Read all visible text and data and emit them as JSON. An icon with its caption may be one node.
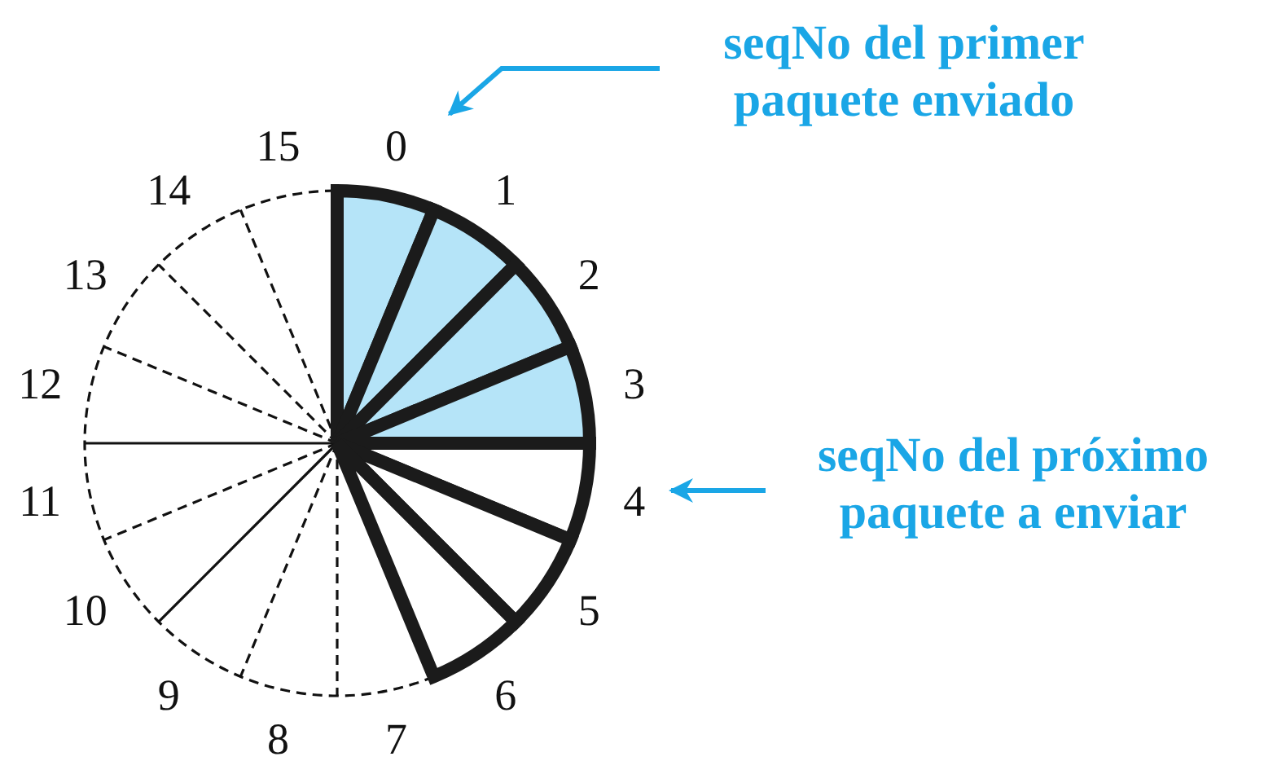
{
  "diagram": {
    "nodes": [
      {
        "text": [
          "seqNo del primer paquete enviado"
        ]
      },
      {
        "text": [
          "0"
        ]
      },
      {
        "text": [
          "seqNo del próximo paquete a enviar"
        ]
      },
      {
        "text": [
          "4"
        ]
      }
    ],
    "edges": [
      {
        "from": 0,
        "to": 1,
        "arrow": "to"
      },
      {
        "from": 2,
        "to": 3,
        "arrow": "to"
      }
    ],
    "labels": [
      "1",
      "2",
      "3",
      "5",
      "6",
      "7",
      "8",
      "9",
      "10",
      "11",
      "12",
      "13",
      "14",
      "15"
    ]
  }
}
